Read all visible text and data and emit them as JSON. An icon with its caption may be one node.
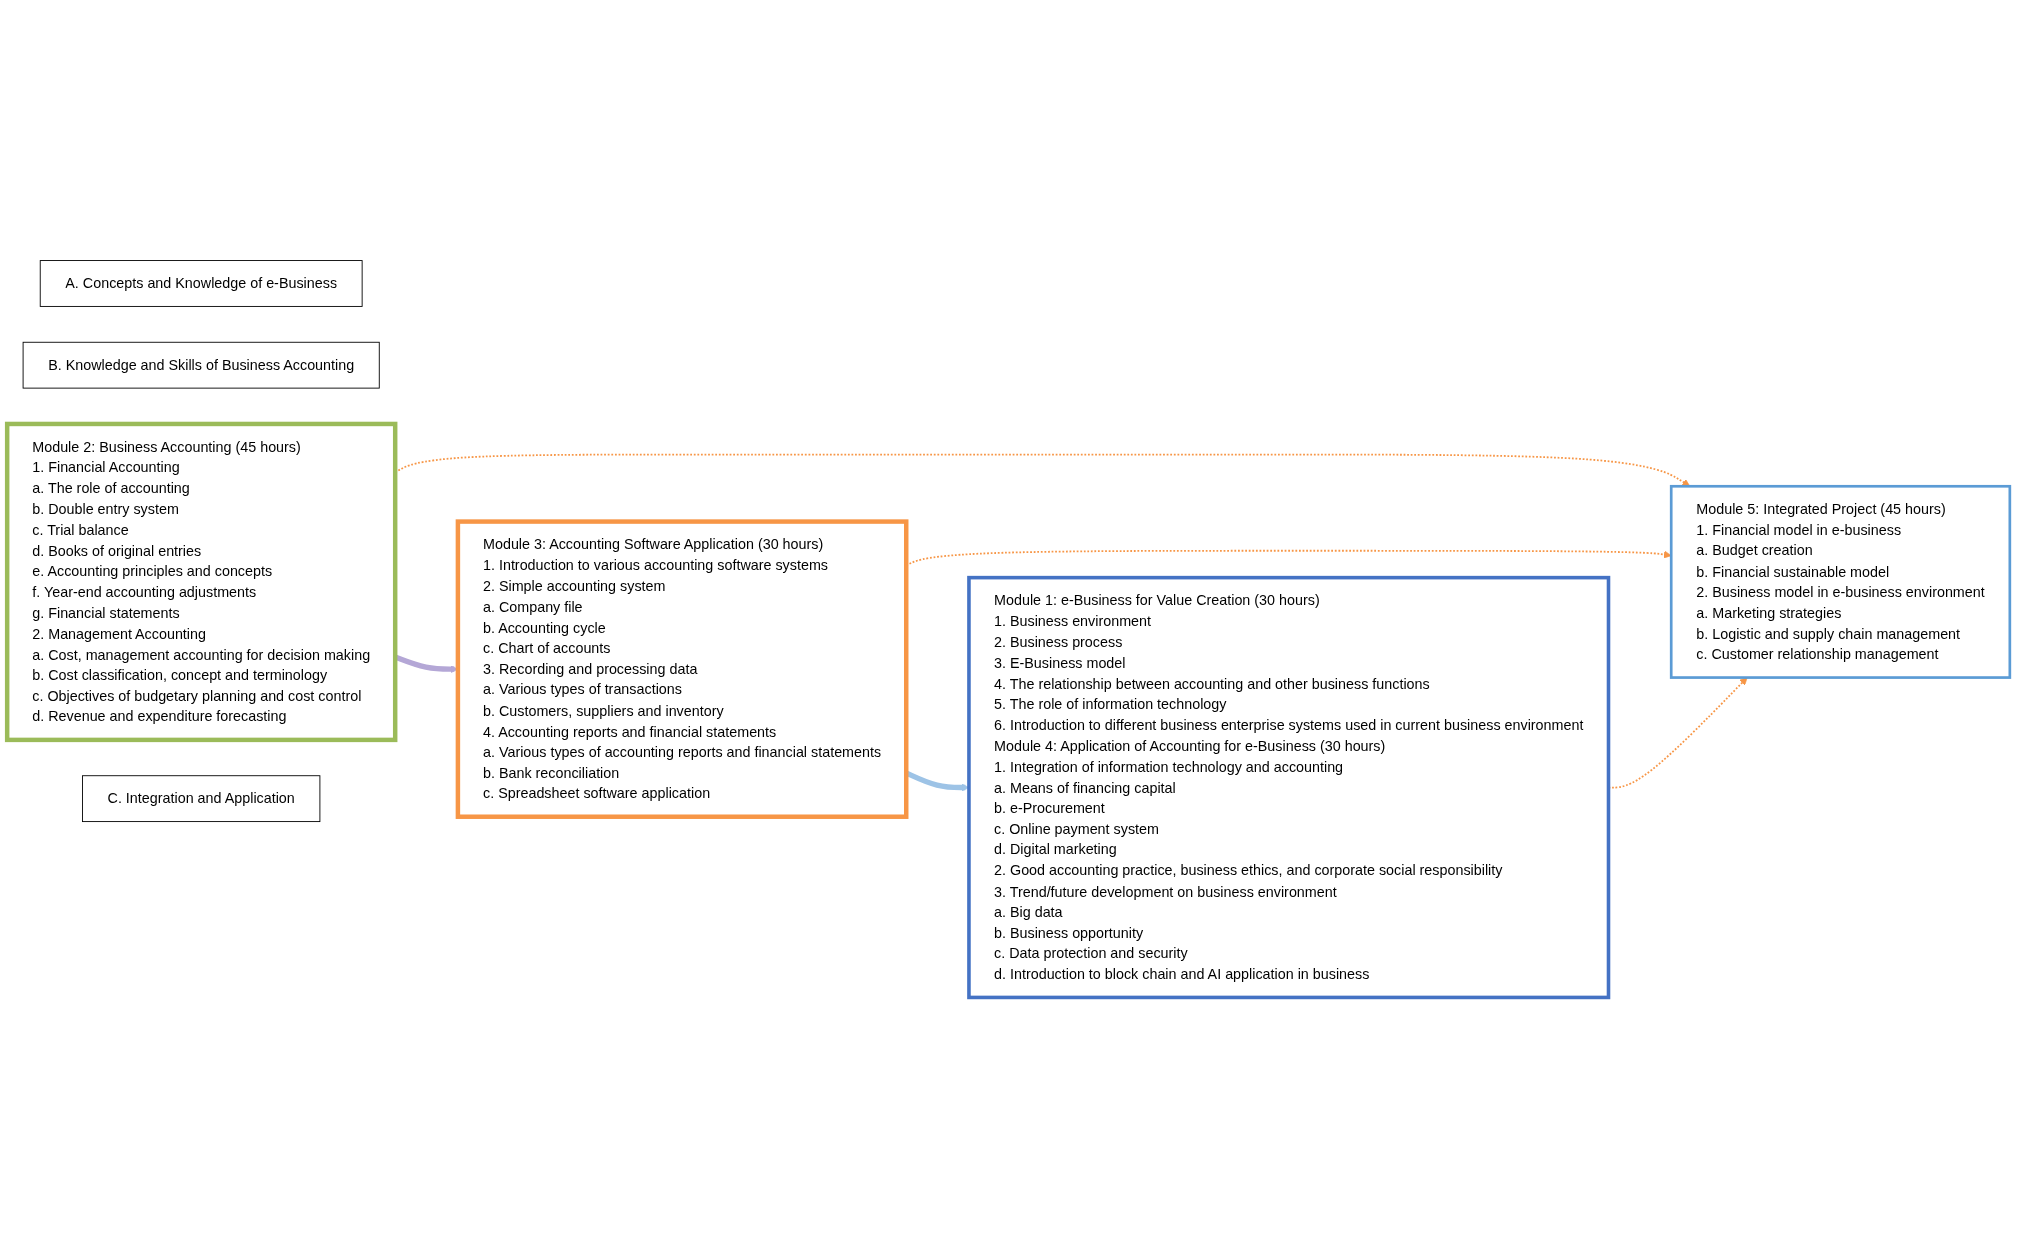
{
  "diagram": {
    "nodes": [
      {
        "text": [
          "A. Concepts and Knowledge of e-Business"
        ]
      },
      {
        "text": [
          "Module 1: e-Business for Value Creation (30 hours)",
          "1. Business environment",
          "2. Business process",
          "3. E-Business model",
          "4. The relationship between accounting and other business functions",
          "5. The role of information technology",
          "6. Introduction to different business enterprise systems used in current business environment",
          "Module 4: Application of Accounting for e-Business (30 hours)",
          "1. Integration of information technology and accounting",
          "a. Means of financing capital",
          "b. e-Procurement",
          "c. Online payment system",
          "d. Digital marketing",
          "2. Good accounting practice, business ethics, and corporate social responsibility",
          "3. Trend/future development on business environment",
          "a. Big data",
          "b. Business opportunity",
          "c. Data protection and security",
          "d. Introduction to block chain and AI application in business"
        ]
      },
      {
        "text": [
          "B. Knowledge and Skills of Business Accounting"
        ]
      },
      {
        "text": [
          "Module 2: Business Accounting (45 hours)",
          "1. Financial Accounting",
          "a. The role of accounting",
          "b. Double entry system",
          "c. Trial balance",
          "d. Books of original entries",
          "e. Accounting principles and concepts",
          "f. Year-end accounting adjustments",
          "g. Financial statements",
          "2. Management Accounting",
          "a. Cost, management accounting for decision making",
          "b. Cost classification, concept and terminology",
          "c. Objectives of budgetary planning and cost control",
          "d. Revenue and expenditure forecasting"
        ]
      },
      {
        "text": [
          "Module 3: Accounting Software Application (30 hours)",
          "1. Introduction to various accounting software systems",
          "2. Simple accounting system",
          "a. Company file",
          "b. Accounting cycle",
          "c. Chart of accounts",
          "3. Recording and processing data",
          "a. Various types of transactions",
          "b. Customers, suppliers and inventory",
          "4. Accounting reports and financial statements",
          "a. Various types of accounting reports and financial statements",
          "b. Bank reconciliation",
          "c. Spreadsheet software application"
        ]
      },
      {
        "text": [
          "C. Integration and Application"
        ]
      },
      {
        "text": [
          "Module 5: Integrated Project (45 hours)",
          "1. Financial model in e-business",
          "a. Budget creation",
          "b. Financial sustainable model",
          "2. Business model in e-business environment",
          "a. Marketing strategies",
          "b. Logistic and supply chain management",
          "c. Customer relationship management"
        ]
      }
    ],
    "edges": [
      {
        "from": 3,
        "to": 6,
        "arrow": "to",
        "style": "dashed"
      },
      {
        "from": 3,
        "to": 4,
        "arrow": "to",
        "style": "thick",
        "color": "#b4a7d6"
      },
      {
        "from": 4,
        "to": 1,
        "arrow": "to",
        "style": "thick",
        "color": "#9dc3e6"
      },
      {
        "from": 4,
        "to": 6,
        "arrow": "to",
        "style": "dashed"
      },
      {
        "from": 1,
        "to": 6,
        "arrow": "to",
        "style": "dashed"
      }
    ]
  }
}
